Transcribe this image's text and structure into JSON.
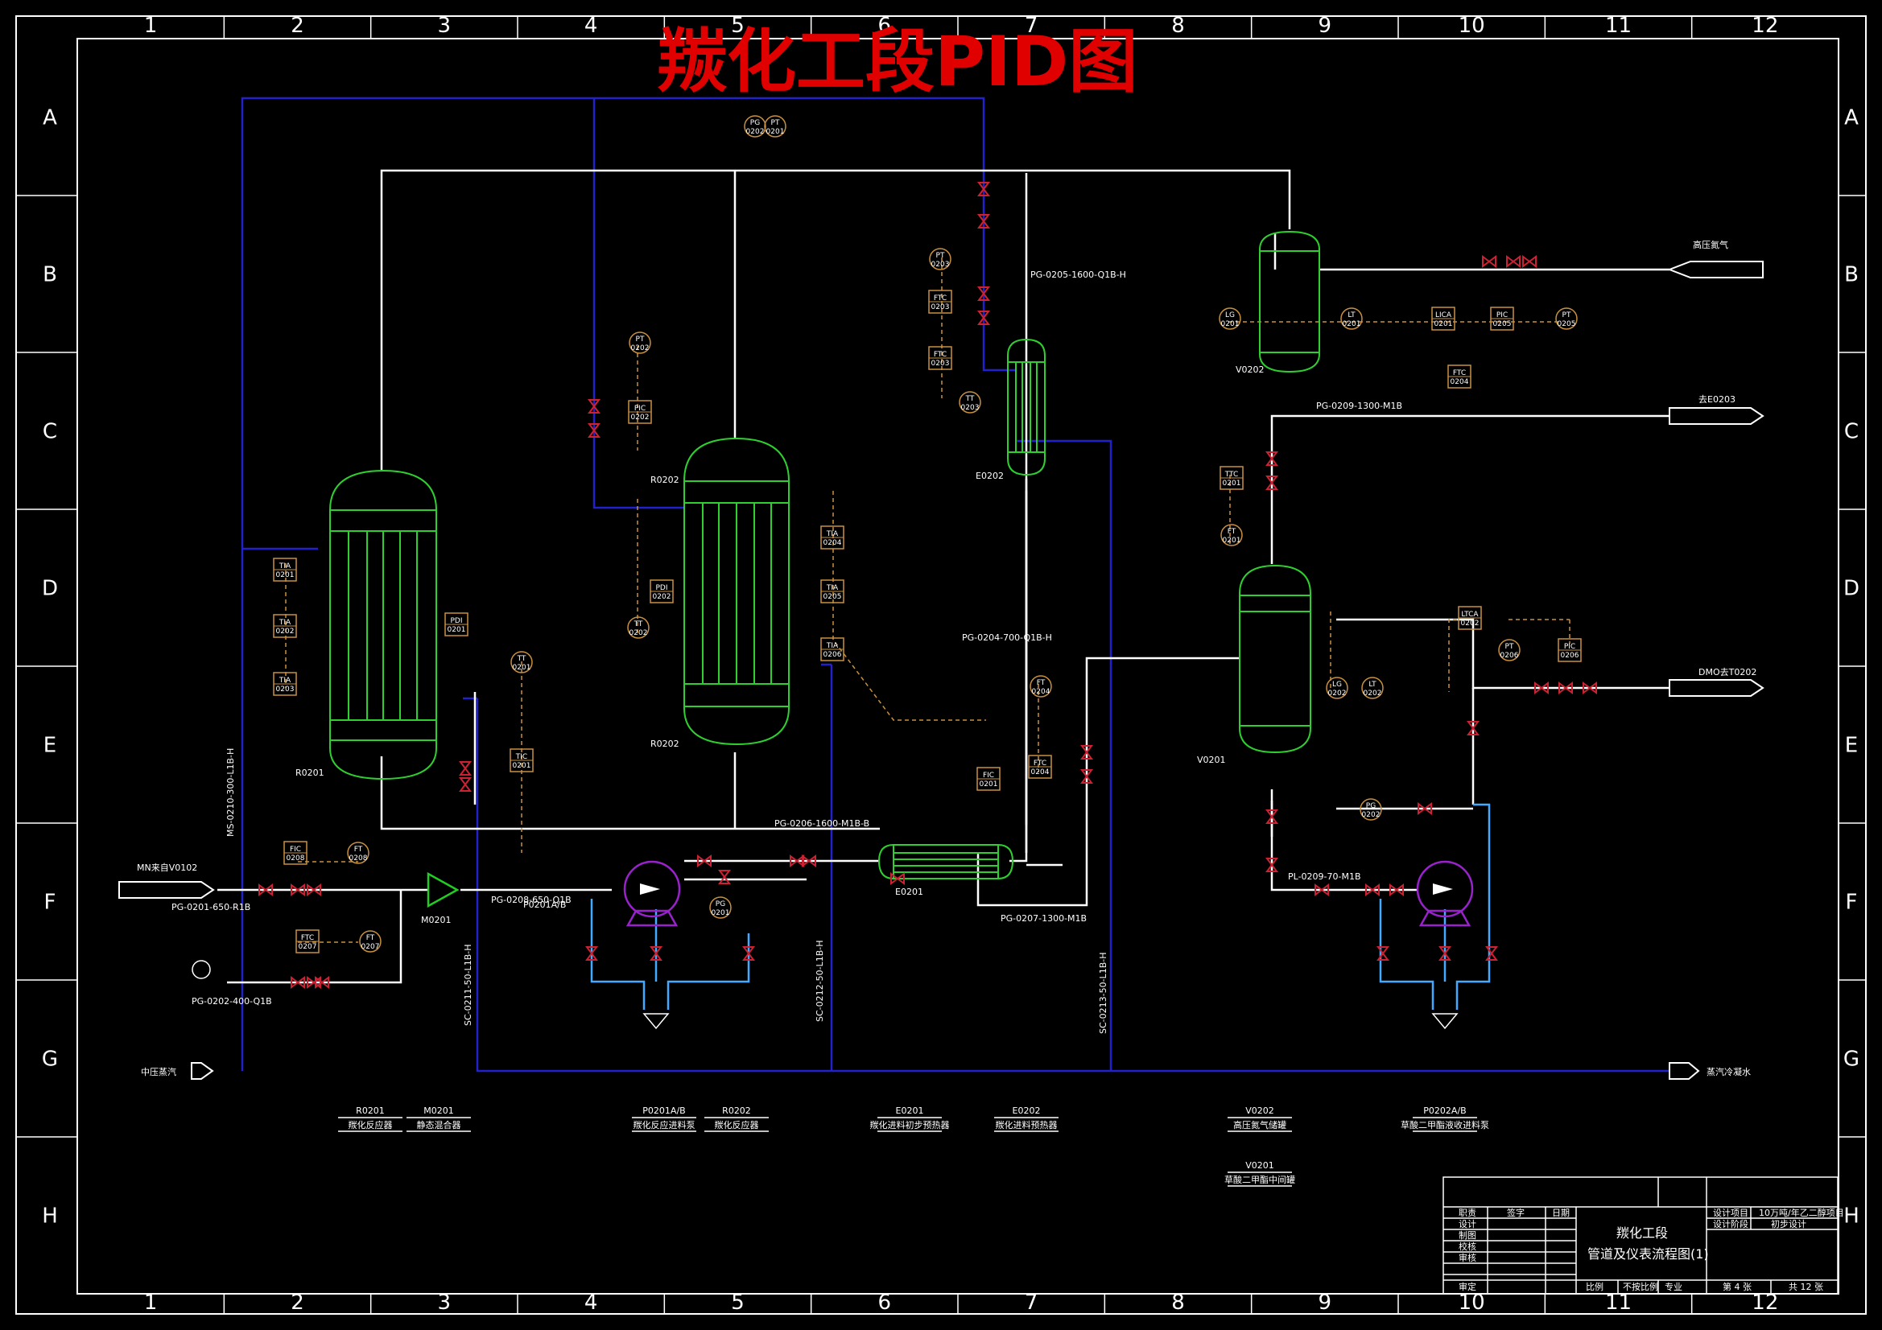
{
  "title": "羰化工段PID图",
  "colors": {
    "background": "#000000",
    "frame": "#ffffff",
    "process_line": "#ffffff",
    "steam_line": "#2222cc",
    "water_line": "#44aaff",
    "instrument_line": "#c89040",
    "valve": "#cc2233",
    "title": "#e00000",
    "mixer": "#22cc22",
    "pump": "#9922cc"
  },
  "grid": {
    "columns": [
      "1",
      "2",
      "3",
      "4",
      "5",
      "6",
      "7",
      "8",
      "9",
      "10",
      "11",
      "12"
    ],
    "rows": [
      "A",
      "B",
      "C",
      "D",
      "E",
      "F",
      "G",
      "H"
    ]
  },
  "equipment_tags": [
    {
      "id": "R0201",
      "label": "R0201"
    },
    {
      "id": "R0202",
      "label": "R0202"
    },
    {
      "id": "R0202b",
      "label": "R0202"
    },
    {
      "id": "E0202",
      "label": "E0202"
    },
    {
      "id": "E0201",
      "label": "E0201"
    },
    {
      "id": "V0202",
      "label": "V0202"
    },
    {
      "id": "V0201",
      "label": "V0201"
    },
    {
      "id": "M0201",
      "label": "M0201"
    },
    {
      "id": "P0201",
      "label": "P0201A/B"
    }
  ],
  "line_labels": [
    "PG-0205-1600-Q1B-H",
    "PG-0204-700-Q1B-H",
    "PG-0206-1600-M1B-B",
    "PG-0207-1300-M1B",
    "PG-0208-650-Q1B",
    "PG-0201-650-R1B",
    "PG-0202-400-Q1B",
    "PG-0209-1300-M1B",
    "PL-0209-70-M1B",
    "MS-0210-300-L1B-H",
    "SC-0211-50-L1B-H",
    "SC-0212-50-L1B-H",
    "SC-0213-50-L1B-H"
  ],
  "streams": {
    "hp_nitrogen": "高压氮气",
    "to_e0203": "去E0203",
    "dmo_out": "DMO去T0202",
    "from_v0102": "MN来自V0102",
    "mp_steam": "中压蒸汽",
    "condensate": "蒸汽冷凝水"
  },
  "instruments": [
    {
      "id": "pg-0202",
      "l1": "PG",
      "l2": "0202"
    },
    {
      "id": "pt-0201",
      "l1": "PT",
      "l2": "0201"
    },
    {
      "id": "pt-0203",
      "l1": "PT",
      "l2": "0203"
    },
    {
      "id": "ftc-0203",
      "l1": "FTC",
      "l2": "0203"
    },
    {
      "id": "ftc-0203b",
      "l1": "FTC",
      "l2": "0203"
    },
    {
      "id": "tt-0203",
      "l1": "TT",
      "l2": "0203"
    },
    {
      "id": "pt-0202",
      "l1": "PT",
      "l2": "0202"
    },
    {
      "id": "pic-0202",
      "l1": "PIC",
      "l2": "0202"
    },
    {
      "id": "tia-0201",
      "l1": "TIA",
      "l2": "0201"
    },
    {
      "id": "tia-0202",
      "l1": "TIA",
      "l2": "0202"
    },
    {
      "id": "tia-0203",
      "l1": "TIA",
      "l2": "0203"
    },
    {
      "id": "pdi-0201",
      "l1": "PDI",
      "l2": "0201"
    },
    {
      "id": "tt-0201",
      "l1": "TT",
      "l2": "0201"
    },
    {
      "id": "tic-0201",
      "l1": "TIC",
      "l2": "0201"
    },
    {
      "id": "pdi-0202",
      "l1": "PDI",
      "l2": "0202"
    },
    {
      "id": "tt-0202",
      "l1": "TT",
      "l2": "0202"
    },
    {
      "id": "tia-0204",
      "l1": "TIA",
      "l2": "0204"
    },
    {
      "id": "tia-0205",
      "l1": "TIA",
      "l2": "0205"
    },
    {
      "id": "tia-0206",
      "l1": "TIA",
      "l2": "0206"
    },
    {
      "id": "lg-0201",
      "l1": "LG",
      "l2": "0201"
    },
    {
      "id": "lt-0201",
      "l1": "LT",
      "l2": "0201"
    },
    {
      "id": "lica-0201",
      "l1": "LICA",
      "l2": "0201"
    },
    {
      "id": "pic-0205",
      "l1": "PIC",
      "l2": "0205"
    },
    {
      "id": "pt-0205",
      "l1": "PT",
      "l2": "0205"
    },
    {
      "id": "ftc-0204",
      "l1": "FTC",
      "l2": "0204"
    },
    {
      "id": "ft-0201",
      "l1": "FT",
      "l2": "0201"
    },
    {
      "id": "ttc-0201",
      "l1": "TTC",
      "l2": "0201"
    },
    {
      "id": "ft-0204",
      "l1": "FT",
      "l2": "0204"
    },
    {
      "id": "ftc-0204b",
      "l1": "FTC",
      "l2": "0204"
    },
    {
      "id": "fic-0201",
      "l1": "FIC",
      "l2": "0201"
    },
    {
      "id": "lg-0202",
      "l1": "LG",
      "l2": "0202"
    },
    {
      "id": "lt-0202",
      "l1": "LT",
      "l2": "0202"
    },
    {
      "id": "ltca-0202",
      "l1": "LTCA",
      "l2": "0202"
    },
    {
      "id": "pt-0206",
      "l1": "PT",
      "l2": "0206"
    },
    {
      "id": "pic-0206",
      "l1": "PIC",
      "l2": "0206"
    },
    {
      "id": "fic-0208",
      "l1": "FIC",
      "l2": "0208"
    },
    {
      "id": "ft-0208",
      "l1": "FT",
      "l2": "0208"
    },
    {
      "id": "ftc-0207",
      "l1": "FTC",
      "l2": "0207"
    },
    {
      "id": "ft-0207",
      "l1": "FT",
      "l2": "0207"
    },
    {
      "id": "pg-0201",
      "l1": "PG",
      "l2": "0201"
    },
    {
      "id": "pg-0203",
      "l1": "PG",
      "l2": "0202"
    }
  ],
  "legend": [
    {
      "tag": "R0201",
      "name": "羰化反应器"
    },
    {
      "tag": "M0201",
      "name": "静态混合器"
    },
    {
      "tag": "P0201A/B",
      "name": "羰化反应进料泵"
    },
    {
      "tag": "R0202",
      "name": "羰化反应器"
    },
    {
      "tag": "E0201",
      "name": "羰化进料初步预热器"
    },
    {
      "tag": "E0202",
      "name": "羰化进料预热器"
    },
    {
      "tag": "V0202",
      "name": "高压氮气储罐"
    },
    {
      "tag": "P0202A/B",
      "name": "草酸二甲酯液收进料泵"
    },
    {
      "tag": "V0201",
      "name": "草酸二甲酯中间罐"
    }
  ],
  "title_block": {
    "roles": [
      "职责",
      "设计",
      "制图",
      "校核",
      "审核",
      "审定"
    ],
    "col_sign": "签字",
    "col_date": "日期",
    "drawing_title_1": "羰化工段",
    "drawing_title_2": "管道及仪表流程图(1)",
    "project_label": "设计项目",
    "project_value": "10万吨/年乙二醇项目",
    "stage_label": "设计阶段",
    "stage_value": "初步设计",
    "scale_label": "比例",
    "scale_value": "不按比例",
    "major_label": "专业",
    "sheet_label": "第 4 张",
    "total_label": "共 12 张"
  }
}
